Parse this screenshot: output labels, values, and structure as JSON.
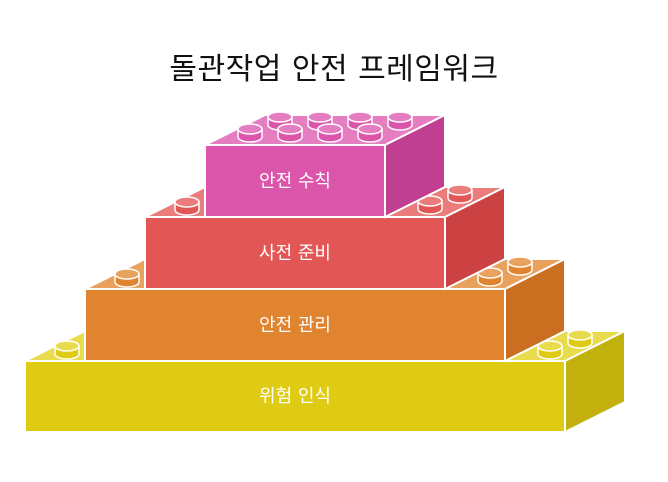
{
  "title": "돌관작업 안전 프레임워크",
  "blocks": [
    {
      "label": "안전 수칙",
      "colors": {
        "front": "#db55aa",
        "side": "#c13f91",
        "top": "#e57dc1"
      }
    },
    {
      "label": "사전 준비",
      "colors": {
        "front": "#e35656",
        "side": "#cc4141",
        "top": "#ea7c7c"
      }
    },
    {
      "label": "안전 관리",
      "colors": {
        "front": "#e08430",
        "side": "#c96f1f",
        "top": "#e9a25e"
      }
    },
    {
      "label": "위험 인식",
      "colors": {
        "front": "#dfcb14",
        "side": "#c2b00c",
        "top": "#e9db4e"
      }
    }
  ]
}
